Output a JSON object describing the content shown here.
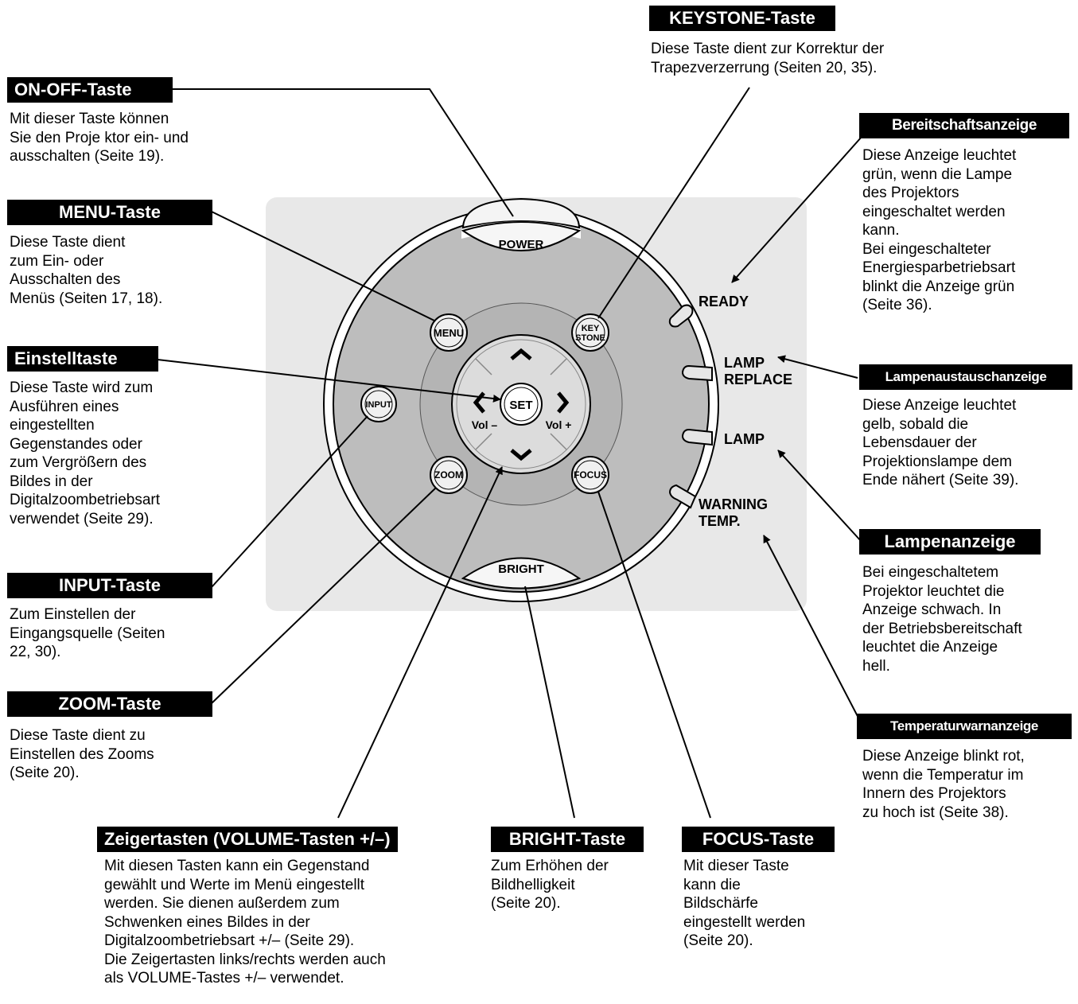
{
  "callouts": {
    "on_off": {
      "title": "ON-OFF-Taste",
      "desc": "Mit dieser Taste können\nSie den Proje ktor ein- und\nausschalten (Seite 19)."
    },
    "menu": {
      "title": "MENU-Taste",
      "desc": "Diese Taste dient\nzum Ein- oder\nAusschalten des\nMenüs (Seiten 17, 18)."
    },
    "set": {
      "title": "Einstelltaste",
      "desc": "Diese Taste wird zum\nAusführen eines\neingestellten\nGegenstandes oder\nzum Vergrößern des\nBildes in der\nDigitalzoombetriebsart\nverwendet (Seite 29)."
    },
    "input": {
      "title": "INPUT-Taste",
      "desc": "Zum Einstellen der\nEingangsquelle (Seiten\n22, 30)."
    },
    "zoom": {
      "title": "ZOOM-Taste",
      "desc": "Diese Taste dient zu\nEinstellen des Zooms\n(Seite 20)."
    },
    "pointer": {
      "title": "Zeigertasten (VOLUME-Tasten +/–)",
      "desc": "Mit diesen Tasten kann ein Gegenstand\ngewählt und Werte im Menü eingestellt\nwerden. Sie dienen außerdem zum\nSchwenken eines Bildes in der\nDigitalzoombetriebsart +/– (Seite 29).\nDie Zeigertasten links/rechts werden auch\nals VOLUME-Tastes +/– verwendet."
    },
    "bright": {
      "title": "BRIGHT-Taste",
      "desc": "Zum Erhöhen der\nBildhelligkeit\n(Seite 20)."
    },
    "focus": {
      "title": "FOCUS-Taste",
      "desc": "Mit dieser Taste\nkann die\nBildschärfe\neingestellt werden\n(Seite 20)."
    },
    "keystone": {
      "title": "KEYSTONE-Taste",
      "desc": "Diese Taste dient zur Korrektur der\nTrapezverzerrung (Seiten 20, 35)."
    },
    "ready": {
      "title": "Bereitschaftsanzeige",
      "desc": "Diese Anzeige leuchtet\ngrün, wenn die Lampe\ndes Projektors\neingeschaltet werden\nkann.\nBei eingeschalteter\nEnergiesparbetriebsart\nblinkt die Anzeige grün\n(Seite 36)."
    },
    "lamp_replace": {
      "title": "Lampenaustauschanzeige",
      "desc": "Diese Anzeige leuchtet\ngelb, sobald die\nLebensdauer der\nProjektionslampe dem\nEnde nähert (Seite 39)."
    },
    "lamp": {
      "title": "Lampenanzeige",
      "desc": "Bei eingeschaltetem\nProjektor leuchtet die\nAnzeige schwach. In\nder Betriebsbereitschaft\nleuchtet die Anzeige\nhell."
    },
    "temp": {
      "title": "Temperaturwarnanzeige",
      "desc": "Diese Anzeige blinkt rot,\nwenn die Temperatur im\nInnern des Projektors\nzu hoch ist (Seite 38)."
    }
  },
  "panel": {
    "power": "POWER",
    "menu": "MENU",
    "keystone_line1": "KEY",
    "keystone_line2": "STONE",
    "input": "INPUT",
    "set": "SET",
    "vol_minus": "Vol –",
    "vol_plus": "Vol +",
    "zoom": "ZOOM",
    "focus": "FOCUS",
    "bright": "BRIGHT",
    "ind_ready": "READY",
    "ind_lamp_replace_1": "LAMP",
    "ind_lamp_replace_2": "REPLACE",
    "ind_lamp": "LAMP",
    "ind_warning_1": "WARNING",
    "ind_warning_2": "TEMP."
  }
}
